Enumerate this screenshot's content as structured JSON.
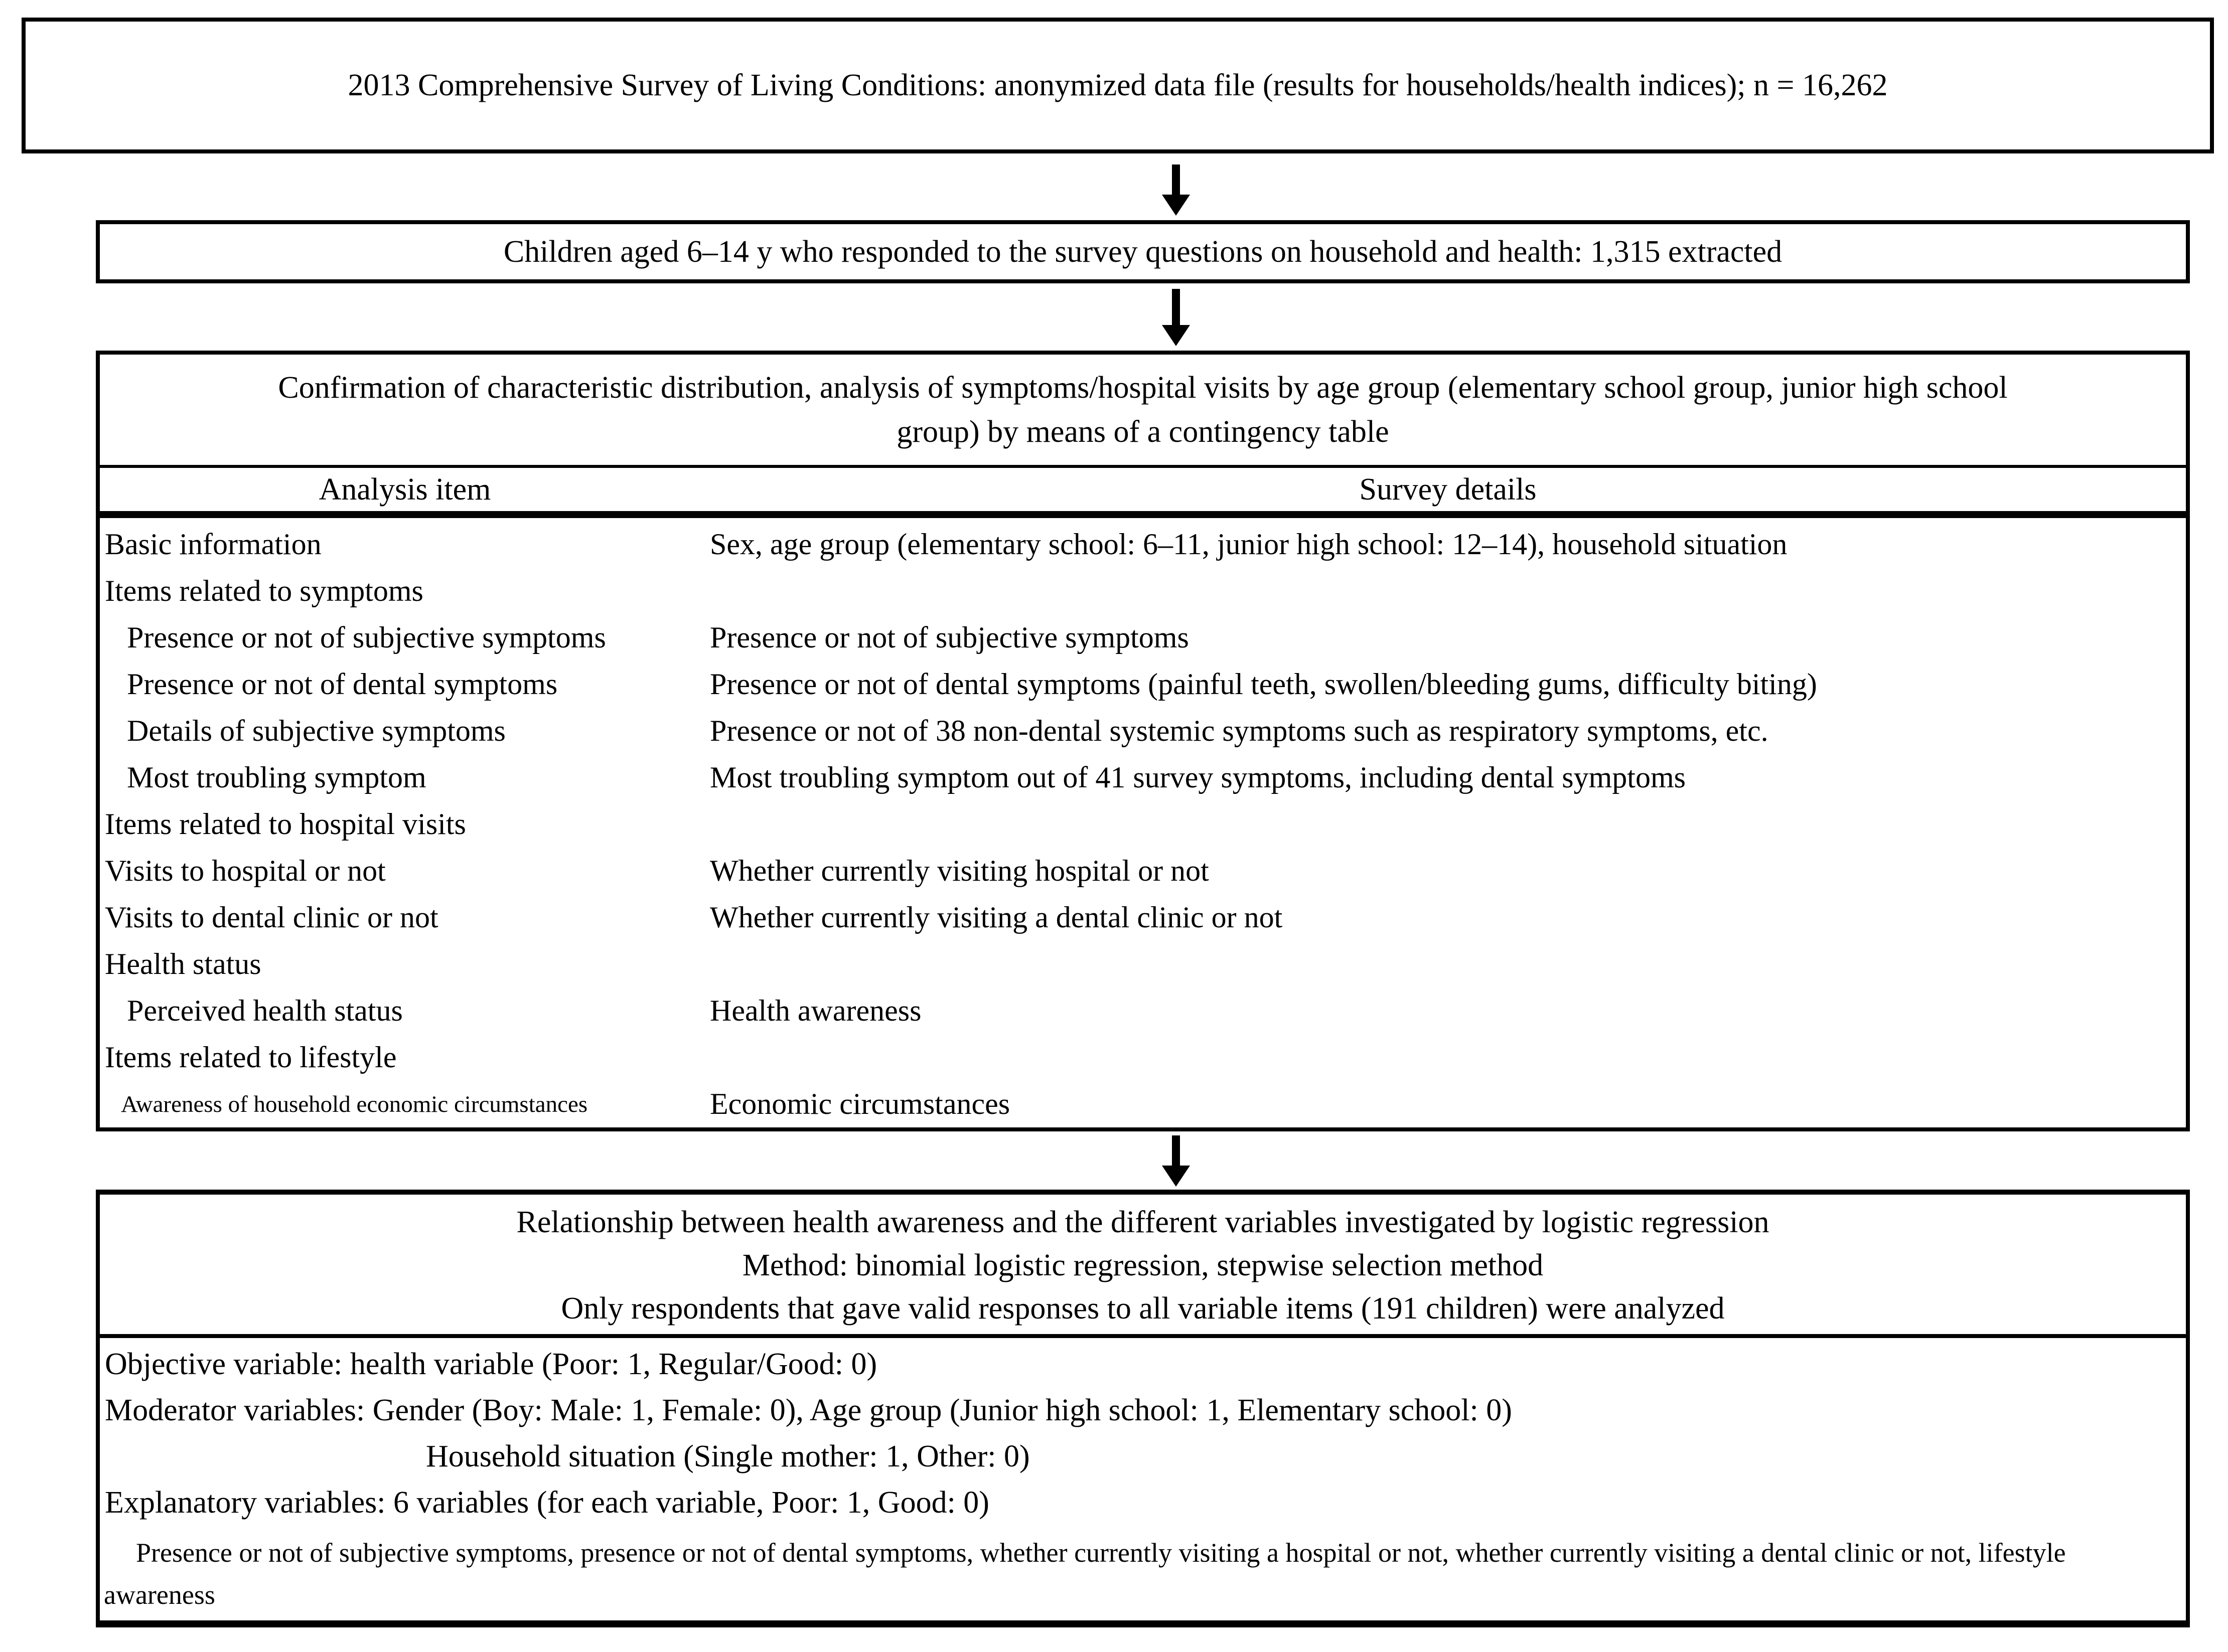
{
  "colors": {
    "text": "#000000",
    "background": "#ffffff",
    "border": "#000000"
  },
  "box1": {
    "text": "2013 Comprehensive Survey of Living Conditions: anonymized data file (results for households/health indices); n = 16,262"
  },
  "box2": {
    "text": "Children aged 6–14 y who responded to the survey questions on household and health: 1,315 extracted"
  },
  "box3": {
    "intro_line1": "Confirmation of characteristic distribution, analysis of symptoms/hospital visits by age group (elementary school group, junior high school",
    "intro_line2": "group) by means of a contingency table",
    "col1_header": "Analysis item",
    "col2_header": "Survey details",
    "rows": [
      {
        "item": "Basic information",
        "detail": "Sex, age group (elementary school: 6–11, junior high school: 12–14), household situation"
      },
      {
        "item": "Items related to symptoms",
        "detail": ""
      },
      {
        "item": "Presence or not of subjective symptoms",
        "detail": "Presence or not of subjective symptoms"
      },
      {
        "item": "Presence or not of dental symptoms",
        "detail": "Presence or not of dental symptoms (painful teeth, swollen/bleeding gums, difficulty biting)"
      },
      {
        "item": "Details of subjective symptoms",
        "detail": "Presence or not of 38 non-dental systemic symptoms such as respiratory symptoms, etc."
      },
      {
        "item": "Most troubling symptom",
        "detail": "Most troubling symptom out of 41 survey symptoms, including dental symptoms"
      },
      {
        "item": "Items related to hospital visits",
        "detail": ""
      },
      {
        "item": "Visits to hospital or not",
        "detail": "Whether currently visiting hospital or not"
      },
      {
        "item": "Visits to dental clinic or not",
        "detail": "Whether currently visiting a dental clinic or not"
      },
      {
        "item": "Health status",
        "detail": ""
      },
      {
        "item": "Perceived health status",
        "detail": "Health awareness"
      },
      {
        "item": "Items related to lifestyle",
        "detail": ""
      },
      {
        "item": "Awareness of household economic circumstances",
        "detail": "Economic circumstances"
      }
    ]
  },
  "box4": {
    "title": "Relationship between health awareness and the different variables investigated by logistic regression",
    "method": "Method: binomial logistic regression, stepwise selection method",
    "note": "Only respondents that gave valid responses to all variable items (191 children) were analyzed",
    "line_objective": "Objective variable: health variable (Poor: 1, Regular/Good: 0)",
    "line_moderator": "Moderator variables: Gender (Boy: Male: 1, Female: 0), Age group (Junior high school: 1, Elementary school: 0)",
    "line_household": "Household situation (Single mother: 1, Other: 0)",
    "line_explanatory": "Explanatory variables: 6 variables (for each variable, Poor: 1, Good: 0)",
    "para": "Presence or not of subjective symptoms, presence or not of dental symptoms, whether currently visiting a hospital or not,  whether currently visiting a dental clinic or not, lifestyle awareness"
  }
}
